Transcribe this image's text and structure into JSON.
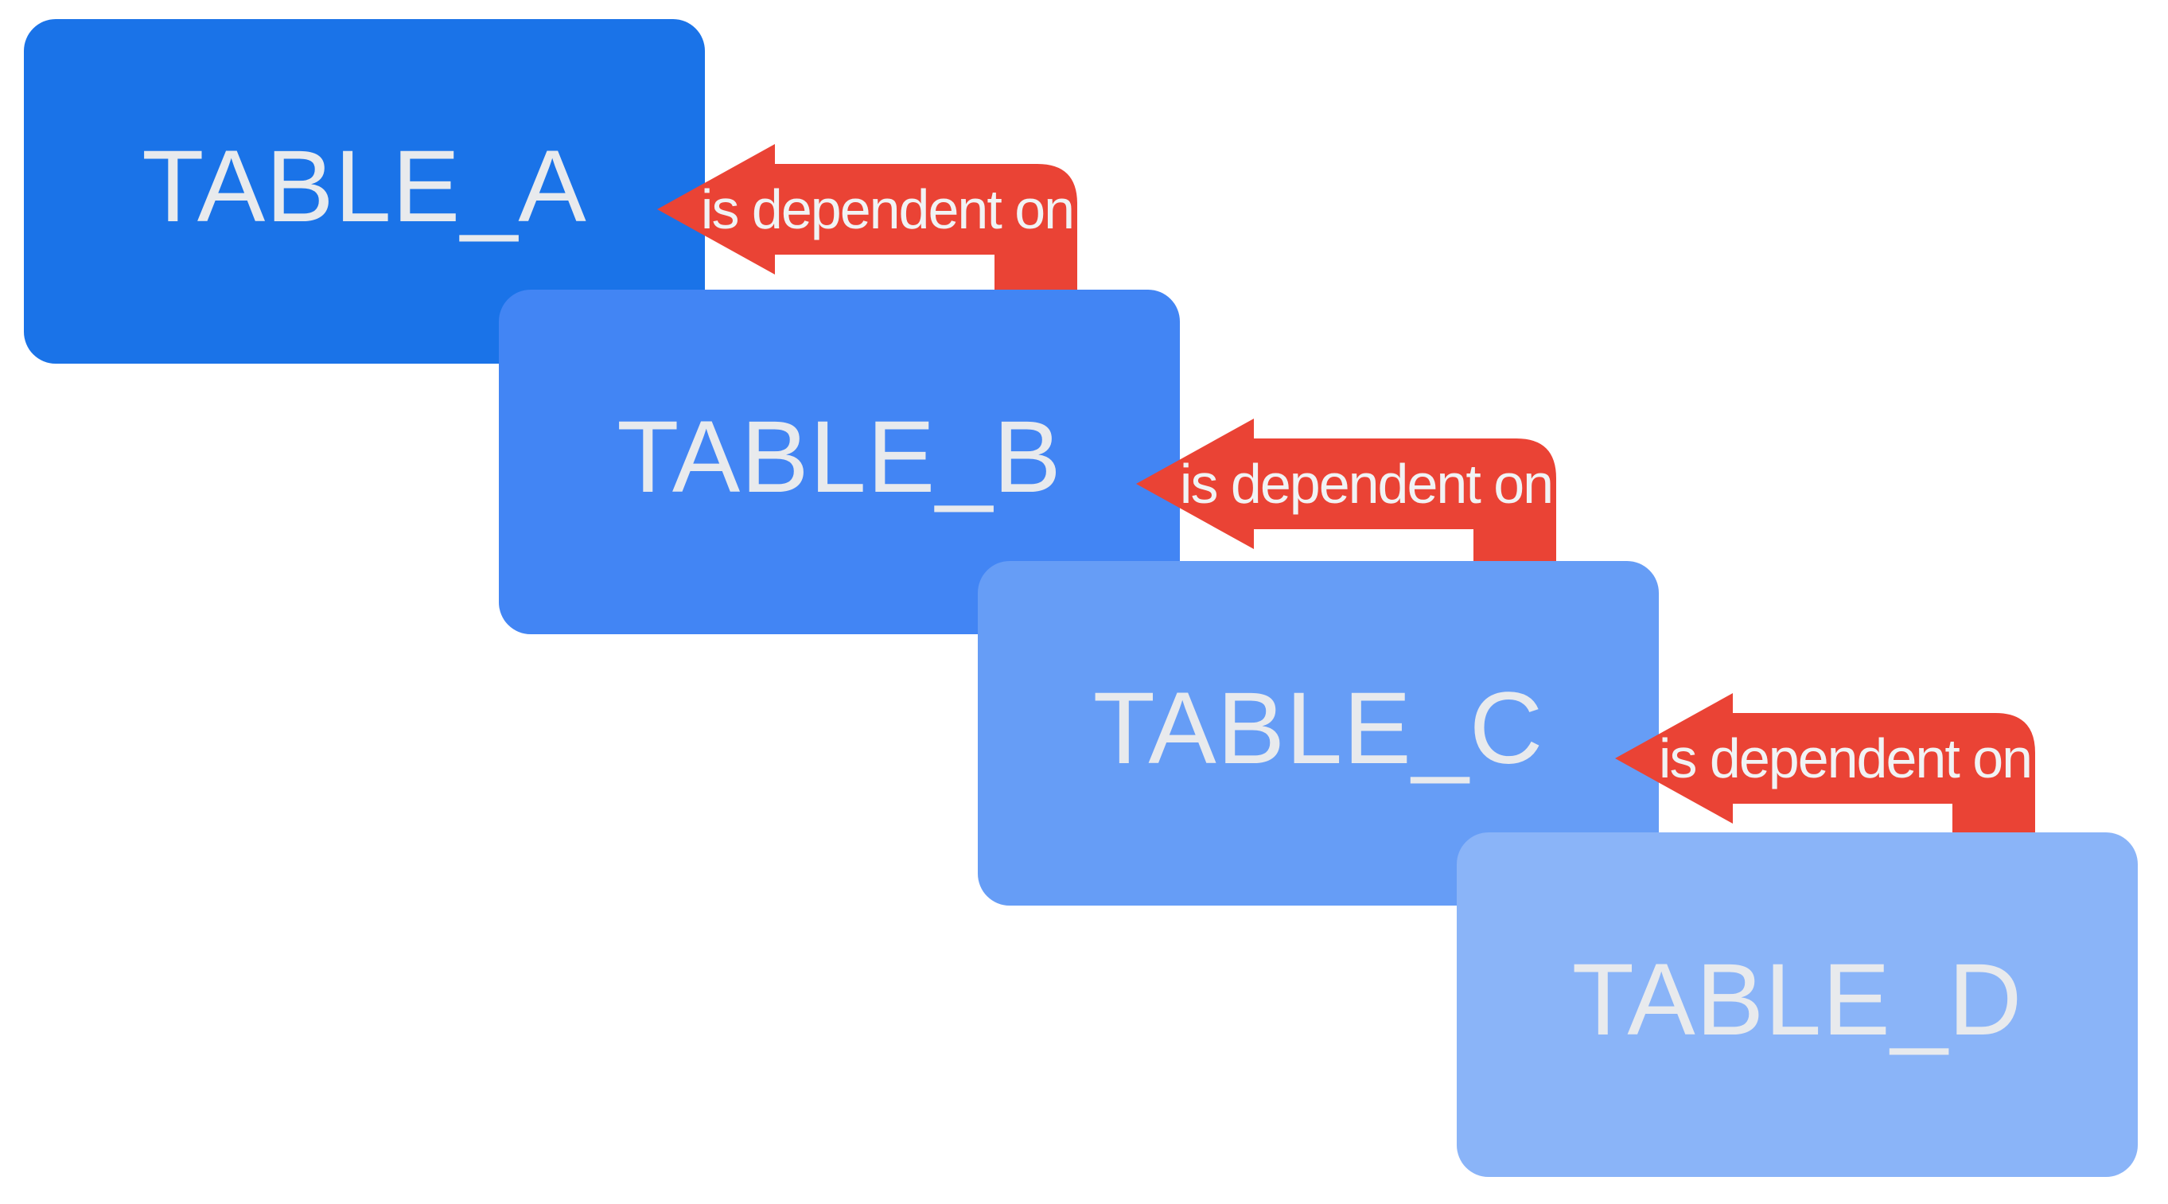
{
  "diagram": {
    "nodes": [
      {
        "id": "table_a",
        "label": "TABLE_A",
        "color": "#1a73e8"
      },
      {
        "id": "table_b",
        "label": "TABLE_B",
        "color": "#4285f4"
      },
      {
        "id": "table_c",
        "label": "TABLE_C",
        "color": "#669df6"
      },
      {
        "id": "table_d",
        "label": "TABLE_D",
        "color": "#8ab4f8"
      }
    ],
    "edges": [
      {
        "from": "TABLE_B",
        "to": "TABLE_A",
        "label": "is dependent on"
      },
      {
        "from": "TABLE_C",
        "to": "TABLE_B",
        "label": "is dependent on"
      },
      {
        "from": "TABLE_D",
        "to": "TABLE_C",
        "label": "is dependent on"
      }
    ],
    "colors": {
      "arrow": "#ea4335",
      "node_label_text": "#e8eaed",
      "arrow_label_text": "#f1f3f4",
      "background": "#ffffff"
    }
  }
}
